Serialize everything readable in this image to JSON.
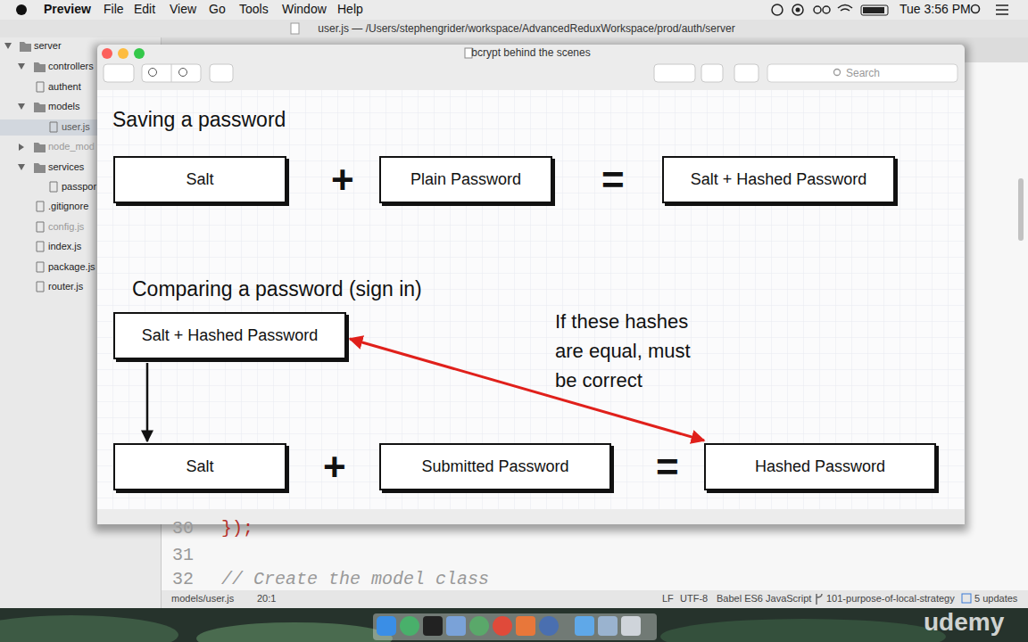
{
  "diagram": {
    "nodes": [
      {
        "text": [
          "Salt"
        ]
      },
      {
        "text": [
          "Plain Password"
        ]
      },
      {
        "text": [
          "Salt + Hashed Password"
        ]
      },
      {
        "text": [
          "Salt + Hashed Password"
        ]
      },
      {
        "text": [
          "Salt"
        ]
      },
      {
        "text": [
          "Submitted Password"
        ]
      },
      {
        "text": [
          "Hashed Password"
        ]
      }
    ],
    "edges": [
      {
        "from": 3,
        "to": 4,
        "arrow": "to"
      },
      {
        "from": 3,
        "to": 6,
        "arrow": "both"
      }
    ],
    "labels": [
      "Preview",
      "File",
      "Edit",
      "View",
      "Go",
      "Tools",
      "Window",
      "Help",
      "Tue 3:56 PM",
      "user.js — /Users/stephengrider/workspace/AdvancedReduxWorkspace/prod/auth/server",
      "server",
      "controllers",
      "authent",
      "models",
      "user.js",
      "node_mod",
      "services",
      "passpor",
      ".gitignore",
      "config.js",
      "index.js",
      "package.js",
      "router.js",
      "bcrypt behind the scenes",
      "Search",
      "Saving a password",
      "+",
      "=",
      "Comparing a password (sign in)",
      "If these hashes are equal, must be correct",
      "+",
      "=",
      "30",
      "});",
      "31",
      "32",
      "// Create the model class",
      "models/user.js",
      "20:1",
      "LF",
      "UTF-8",
      "Babel ES6 JavaScript",
      "101-purpose-of-local-strategy",
      "5 updates",
      "udemy"
    ]
  }
}
